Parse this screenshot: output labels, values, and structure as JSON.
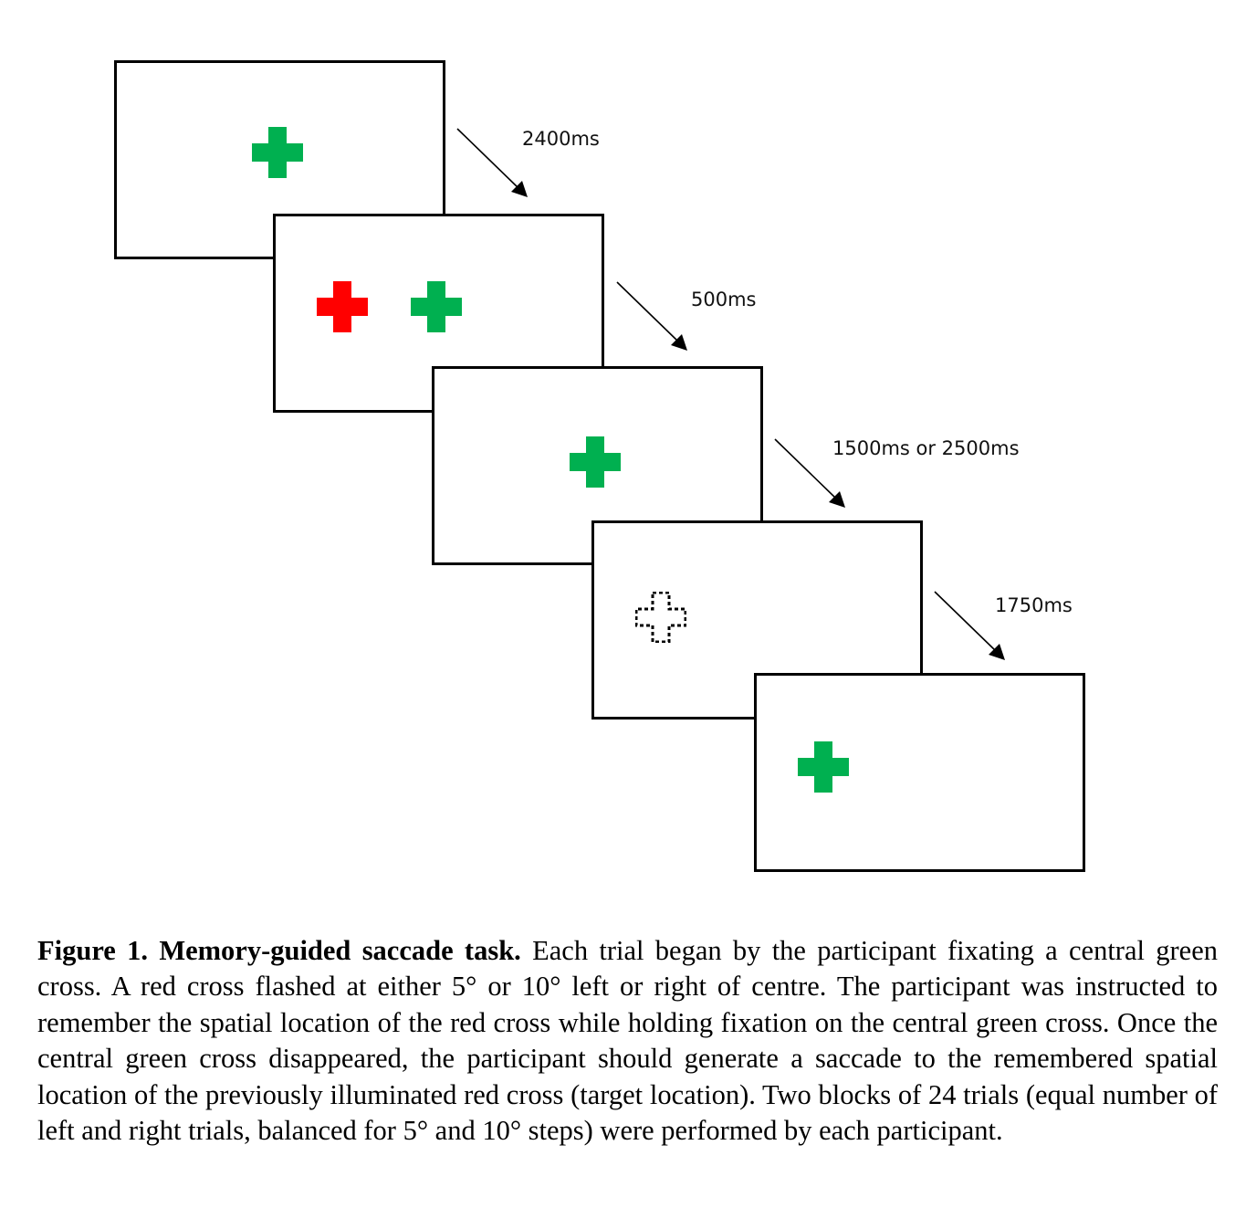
{
  "figure": {
    "colors": {
      "green": "#00b050",
      "red": "#ff0000",
      "frame": "#000000"
    },
    "screens": [
      {
        "id": 1,
        "stimuli": [
          {
            "type": "cross",
            "color": "green",
            "position": "center"
          }
        ]
      },
      {
        "id": 2,
        "stimuli": [
          {
            "type": "cross",
            "color": "red",
            "position": "left"
          },
          {
            "type": "cross",
            "color": "green",
            "position": "center"
          }
        ]
      },
      {
        "id": 3,
        "stimuli": [
          {
            "type": "cross",
            "color": "green",
            "position": "center"
          }
        ]
      },
      {
        "id": 4,
        "stimuli": [
          {
            "type": "dotted-outline-cross",
            "position": "left"
          }
        ]
      },
      {
        "id": 5,
        "stimuli": [
          {
            "type": "cross",
            "color": "green",
            "position": "left"
          }
        ]
      }
    ],
    "durations": [
      "2400ms",
      "500ms",
      "1500ms or 2500ms",
      "1750ms"
    ]
  },
  "caption": {
    "title": "Figure 1. Memory-guided saccade task.",
    "body": " Each trial began by the participant fixating a central green cross. A red cross flashed at either 5° or 10° left or right of centre. The participant was instructed to remember the spatial location of the red cross while holding fixation on the central green cross. Once the central green cross disappeared, the participant should generate a saccade to the remembered spatial location of the previously illuminated red cross (target location). Two blocks of 24 trials (equal number of left and right trials, balanced for 5° and 10° steps) were performed by each participant."
  }
}
